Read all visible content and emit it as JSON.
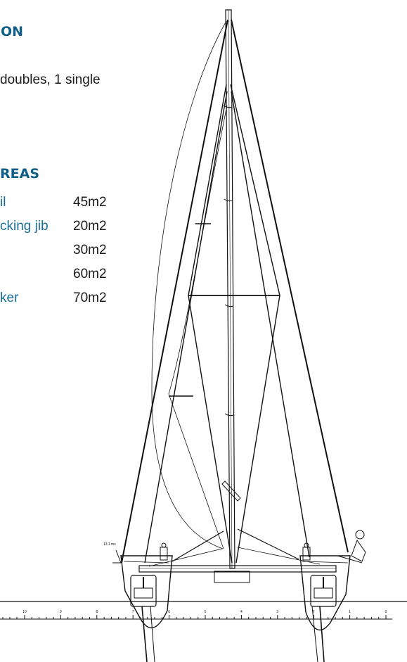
{
  "heading_top": "ON",
  "accommodation": "doubles, 1 single",
  "sail_heading": "REAS",
  "sails": [
    {
      "name": "il",
      "area": "45m2"
    },
    {
      "name": "cking jib",
      "area": "20m2"
    },
    {
      "name": "",
      "area": "30m2"
    },
    {
      "name": "",
      "area": "60m2"
    },
    {
      "name": "ker",
      "area": "70m2"
    }
  ],
  "note": "13.1 ms",
  "scale_labels": [
    "10",
    "9",
    "8",
    "7",
    "6",
    "5",
    "4",
    "3",
    "2",
    "1",
    "0"
  ],
  "colors": {
    "heading": "#0f5e88",
    "sail_name": "#1a6e99",
    "text": "#1b1b1b"
  }
}
